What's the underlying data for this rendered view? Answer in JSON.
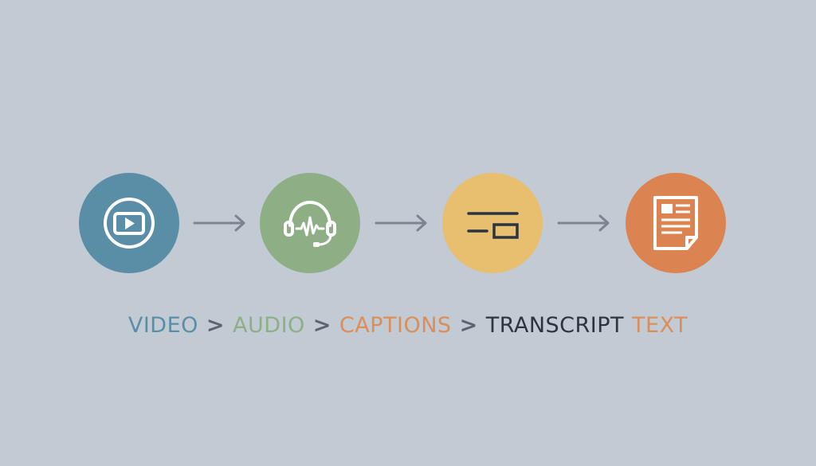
{
  "flow": {
    "steps": [
      {
        "icon": "play-video-icon",
        "color": "#5a8ea6"
      },
      {
        "icon": "headset-waveform-icon",
        "color": "#8eaf86"
      },
      {
        "icon": "captions-icon",
        "color": "#e7bf6e"
      },
      {
        "icon": "document-text-icon",
        "color": "#dc8352"
      }
    ],
    "arrow_color": "#7c848f"
  },
  "caption": {
    "video": "VIDEO",
    "sep1": ">",
    "audio": "AUDIO",
    "sep2": ">",
    "captions": "CAPTIONS",
    "sep3": ">",
    "transcript": "TRANSCRIPT",
    "text": "TEXT"
  }
}
